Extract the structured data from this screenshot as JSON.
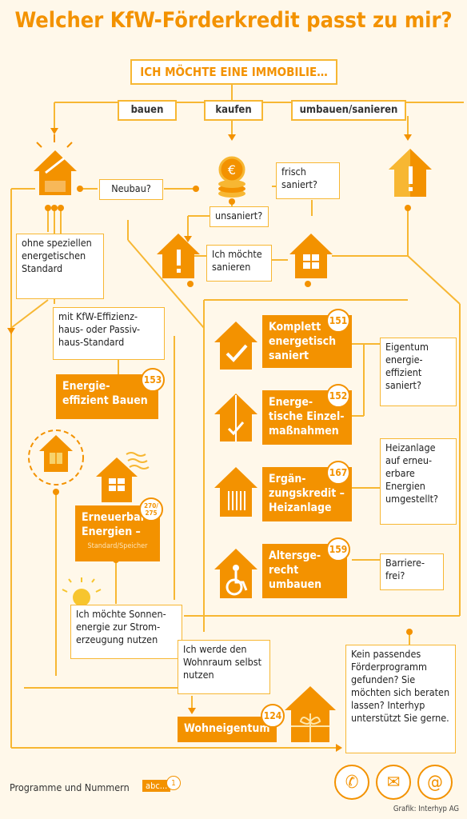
{
  "title": "Welcher KfW-Förderkredit passt zu mir?",
  "header": "ICH MÖCHTE EINE IMMOBILIE…",
  "options": {
    "build": "bauen",
    "buy": "kaufen",
    "renovate": "umbauen/sanieren"
  },
  "questions": {
    "new_build": "Neubau?",
    "fresh_renovated": "frisch saniert?",
    "unrenovated": "unsaniert?",
    "want_renovate": "Ich möchte sanieren",
    "no_standard": "ohne speziellen energetischen Standard",
    "kfw_standard": "mit KfW-Effizienz-haus- oder Passiv-haus-Standard",
    "ownership": "Eigentum energie-effizient saniert?",
    "heating": "Heizanlage auf erneu-erbare Energien umgestellt?",
    "barrier": "Barriere-frei?",
    "solar": "Ich möchte Sonnen-energie zur Strom-erzeugung nutzen",
    "self_use": "Ich werde den Wohnraum selbst nutzen",
    "no_program": "Kein passendes Förderprogramm gefunden? Sie möchten sich beraten lassen? Interhyp unterstützt Sie gerne."
  },
  "programs": [
    {
      "id": "p151",
      "label": "Komplett energetisch saniert",
      "number": "151"
    },
    {
      "id": "p152",
      "label": "Energe-tische Einzel-maßnahmen",
      "number": "152"
    },
    {
      "id": "p167",
      "label": "Ergän-zungskredit – Heizanlage",
      "number": "167"
    },
    {
      "id": "p159",
      "label": "Altersge-recht umbauen",
      "number": "159"
    },
    {
      "id": "p153",
      "label": "Energie-effizient Bauen",
      "number": "153"
    },
    {
      "id": "p270",
      "label": "Erneuerbare Energien –",
      "sub": "Standard/Speicher",
      "number": "270/ 275"
    },
    {
      "id": "p124",
      "label": "Wohneigentum",
      "number": "124"
    }
  ],
  "legend": {
    "text": "Programme und Nummern",
    "tag": "abc...",
    "num": "1"
  },
  "credit": "Grafik: Interhyp AG",
  "icons": [
    "phone-icon",
    "mail-icon",
    "at-icon"
  ],
  "colors": {
    "accent": "#f39200",
    "light": "#f7b733",
    "bg": "#fff8ea"
  }
}
